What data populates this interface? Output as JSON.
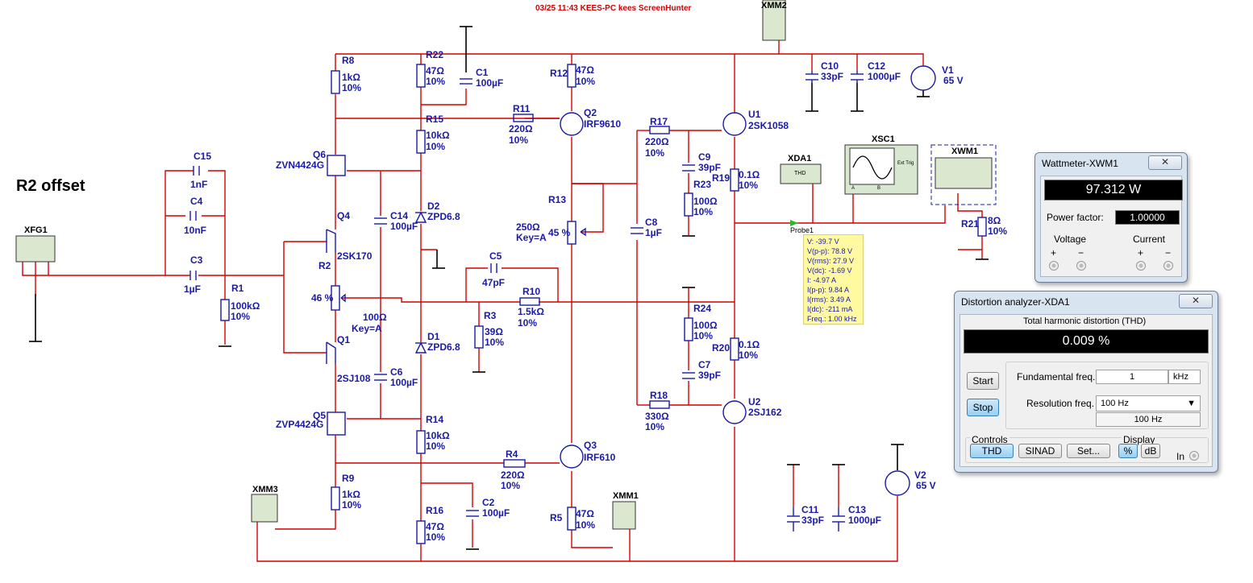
{
  "header_note": "03/25 11:43 KEES-PC kees ScreenHunter",
  "heading": "R2 offset",
  "colors": {
    "wire": "#d40000",
    "component": "#1a1aa6",
    "instrument": "#dbe7cf"
  },
  "instruments": {
    "xfg1": "XFG1",
    "xmm2": "XMM2",
    "xmm3": "XMM3",
    "xmm1": "XMM1",
    "xda1": "XDA1",
    "xda1_face": "THD",
    "xsc1": "XSC1",
    "xwm1": "XWM1",
    "xsc1_ext_trig": "Ext Trig",
    "xsc1_a": "A",
    "xsc1_b": "B"
  },
  "components": {
    "R8": [
      "R8",
      "1kΩ",
      "10%"
    ],
    "R22": [
      "R22",
      "47Ω",
      "10%"
    ],
    "C1": [
      "C1",
      "100µF"
    ],
    "R12": [
      "R12",
      "47Ω",
      "10%"
    ],
    "R11": [
      "R11",
      "220Ω",
      "10%"
    ],
    "Q2": [
      "Q2",
      "IRF9610"
    ],
    "R15": [
      "R15",
      "10kΩ",
      "10%"
    ],
    "R17": [
      "R17",
      "220Ω",
      "10%"
    ],
    "U1": [
      "U1",
      "2SK1058"
    ],
    "C10": [
      "C10",
      "33pF"
    ],
    "C12": [
      "C12",
      "1000µF"
    ],
    "V1": [
      "V1",
      "65 V"
    ],
    "C15": [
      "C15",
      "1nF"
    ],
    "C4": [
      "C4",
      "10nF"
    ],
    "C3": [
      "C3",
      "1µF"
    ],
    "R1": [
      "R1",
      "100kΩ",
      "10%"
    ],
    "Q6": [
      "Q6",
      "ZVN4424G"
    ],
    "Q4": [
      "Q4",
      "2SK170"
    ],
    "R2": [
      "R2",
      "46 %",
      "100Ω",
      "Key=A"
    ],
    "Q1": [
      "Q1",
      "2SJ108"
    ],
    "Q5": [
      "Q5",
      "ZVP4424G"
    ],
    "R9": [
      "R9",
      "1kΩ",
      "10%"
    ],
    "C14": [
      "C14",
      "100µF"
    ],
    "C6": [
      "C6",
      "100µF"
    ],
    "D2": [
      "D2",
      "ZPD6.8"
    ],
    "D1": [
      "D1",
      "ZPD6.8"
    ],
    "R14": [
      "R14",
      "10kΩ",
      "10%"
    ],
    "R16": [
      "R16",
      "47Ω",
      "10%"
    ],
    "C2": [
      "C2",
      "100µF"
    ],
    "R13": [
      "R13",
      "250Ω",
      "Key=A",
      "45 %"
    ],
    "C5": [
      "C5",
      "47pF"
    ],
    "R10": [
      "R10",
      "1.5kΩ",
      "10%"
    ],
    "R3": [
      "R3",
      "39Ω",
      "10%"
    ],
    "C8": [
      "C8",
      "1µF"
    ],
    "C9": [
      "C9",
      "39pF"
    ],
    "R23": [
      "R23",
      "100Ω",
      "10%"
    ],
    "R19": [
      "R19",
      "0.1Ω",
      "10%"
    ],
    "R24": [
      "R24",
      "100Ω",
      "10%"
    ],
    "R20": [
      "R20",
      "0.1Ω",
      "10%"
    ],
    "C7": [
      "C7",
      "39pF"
    ],
    "R18": [
      "R18",
      "330Ω",
      "10%"
    ],
    "U2": [
      "U2",
      "2SJ162"
    ],
    "R4": [
      "R4",
      "220Ω",
      "10%"
    ],
    "Q3": [
      "Q3",
      "IRF610"
    ],
    "R5": [
      "R5",
      "47Ω",
      "10%"
    ],
    "R21": [
      "R21",
      "8Ω",
      "10%"
    ],
    "C11": [
      "C11",
      "33pF"
    ],
    "C13": [
      "C13",
      "1000µF"
    ],
    "V2": [
      "V2",
      "65 V"
    ]
  },
  "probe": {
    "name": "Probe1",
    "readings": [
      "V: -39.7 V",
      "V(p-p): 78.8 V",
      "V(rms): 27.9 V",
      "V(dc): -1.69 V",
      "I: -4.97 A",
      "I(p-p): 9.84 A",
      "I(rms): 3.49 A",
      "I(dc): -211 mA",
      "Freq.: 1.00 kHz"
    ]
  },
  "wattmeter": {
    "title": "Wattmeter-XWM1",
    "close": "✕",
    "power": "97.312 W",
    "pf_label": "Power factor:",
    "pf_value": "1.00000",
    "voltage_label": "Voltage",
    "current_label": "Current",
    "plus": "+",
    "minus": "−"
  },
  "distortion": {
    "title": "Distortion analyzer-XDA1",
    "close": "✕",
    "section": "Total harmonic distortion (THD)",
    "value": "0.009 %",
    "start": "Start",
    "stop": "Stop",
    "fund_label": "Fundamental freq.",
    "fund_value": "1",
    "fund_unit": "kHz",
    "res_label": "Resolution freq.",
    "res_value": "100 Hz",
    "res_display": "100 Hz",
    "controls_label": "Controls",
    "thd": "THD",
    "sinad": "SINAD",
    "set": "Set...",
    "display_label": "Display",
    "pct": "%",
    "db": "dB",
    "in_label": "In"
  }
}
